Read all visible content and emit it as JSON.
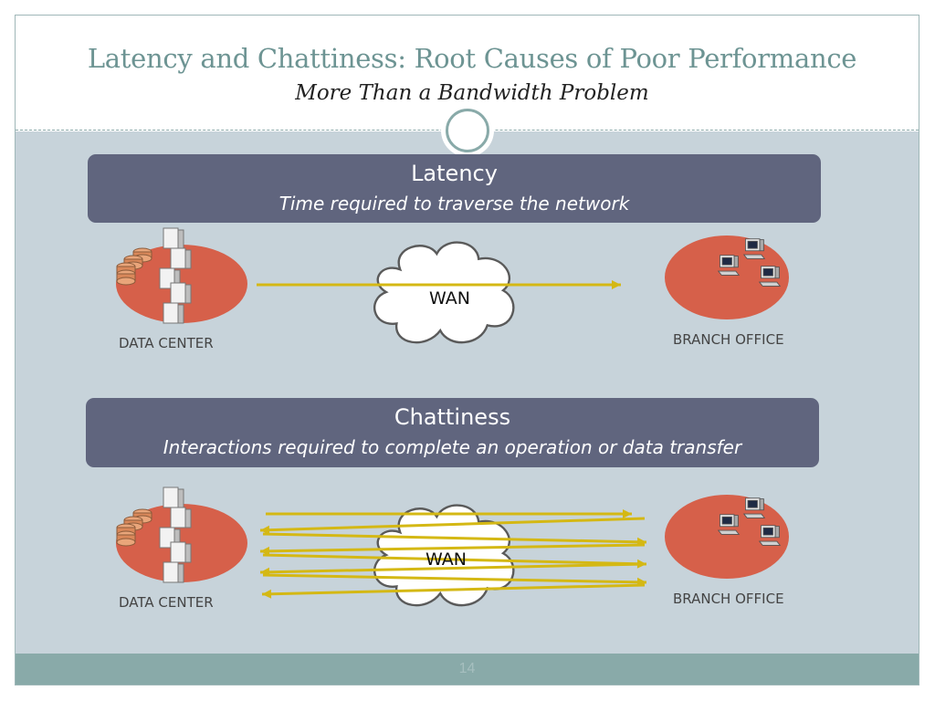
{
  "title": "Latency and Chattiness: Root Causes of Poor Performance",
  "subtitle": "More Than a Bandwidth Problem",
  "latency": {
    "heading": "Latency",
    "description": "Time required to traverse the network",
    "left_label": "DATA CENTER",
    "right_label": "BRANCH OFFICE",
    "cloud_label": "WAN"
  },
  "chattiness": {
    "heading": "Chattiness",
    "description": "Interactions required to complete an operation or data transfer",
    "left_label": "DATA CENTER",
    "right_label": "BRANCH OFFICE",
    "cloud_label": "WAN"
  },
  "page_number": "14",
  "colors": {
    "accent_teal": "#6d9493",
    "banner": "#60657e",
    "node_fill": "#d6604a",
    "arrow": "#d4b814",
    "content_bg": "#c7d3da",
    "footer": "#89aaa9"
  },
  "icons": {
    "data_center": [
      "database-stack-icon",
      "server-rack-icon"
    ],
    "branch_office": [
      "desktop-computer-icon"
    ]
  }
}
